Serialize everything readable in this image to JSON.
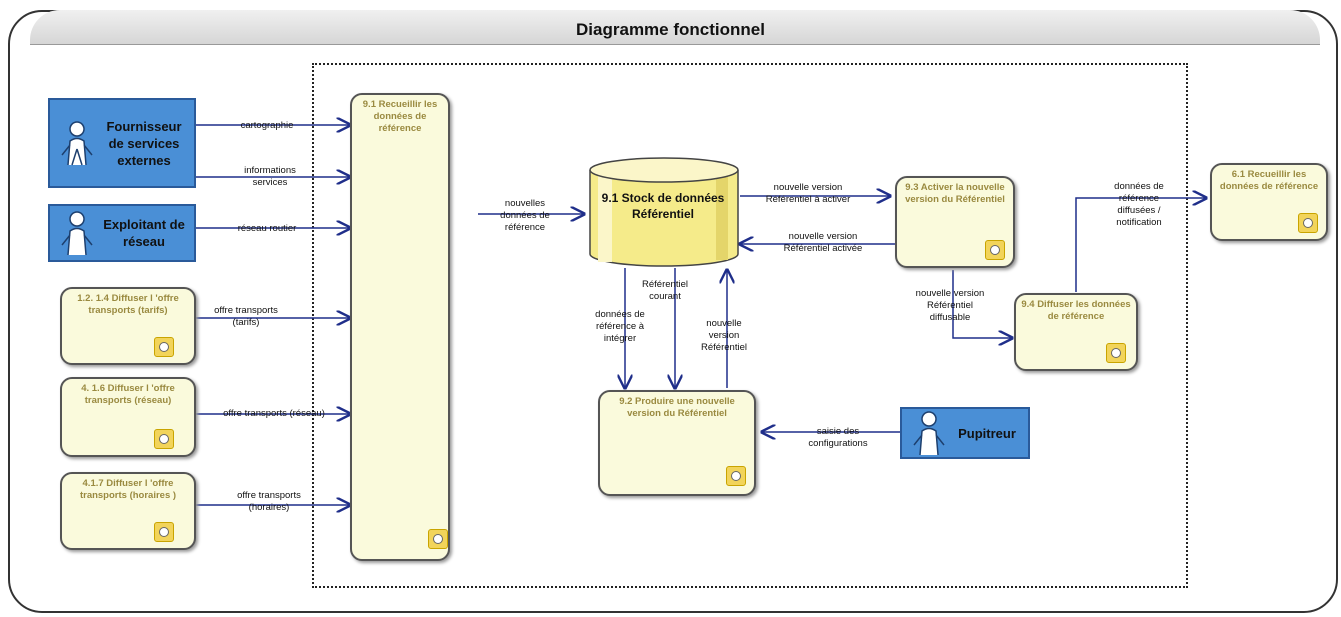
{
  "title": "Diagramme fonctionnel",
  "actors": {
    "fournisseur": "Fournisseur de services externes",
    "exploitant": "Exploitant de réseau",
    "pupitreur": "Pupitreur"
  },
  "processes": {
    "p91_recueillir": "9.1 Recueillir les données de référence",
    "p121": "1.2. 1.4 Diffuser l 'offre transports (tarifs)",
    "p416": "4. 1.6 Diffuser l 'offre transports (réseau)",
    "p417": "4.1.7 Diffuser l 'offre transports (horaires )",
    "p92": "9.2 Produire une nouvelle version du Référentiel",
    "p93": "9.3 Activer la nouvelle version du Référentiel",
    "p94": "9.4 Diffuser les données de référence",
    "p61": "6.1 Recueillir les données de référence"
  },
  "store": "9.1 Stock de données Référentiel",
  "flows": {
    "cartographie": "cartographie",
    "informations_services": "informations services",
    "reseau_routier": "réseau routier",
    "offre_tarifs": "offre transports (tarifs)",
    "offre_reseau": "offre transports (réseau)",
    "offre_horaires": "offre transports (horaires)",
    "nouvelles_donnees": "nouvelles données de référence",
    "nv_a_activer": "nouvelle version Référentiel à activer",
    "nv_activee": "nouvelle version Référentiel activée",
    "ref_courant": "Référentiel courant",
    "donnees_integrer": "données de référence à intégrer",
    "nv_referentiel": "nouvelle version Référentiel",
    "nv_diffusable": "nouvelle version Référentiel diffusable",
    "diffusees": "données de référence diffusées / notification",
    "saisie": "saisie des configurations"
  },
  "colors": {
    "actor": "#4a8fd6",
    "process": "#fafadc",
    "store": "#f5eb8a",
    "line": "#1f2e8a"
  }
}
